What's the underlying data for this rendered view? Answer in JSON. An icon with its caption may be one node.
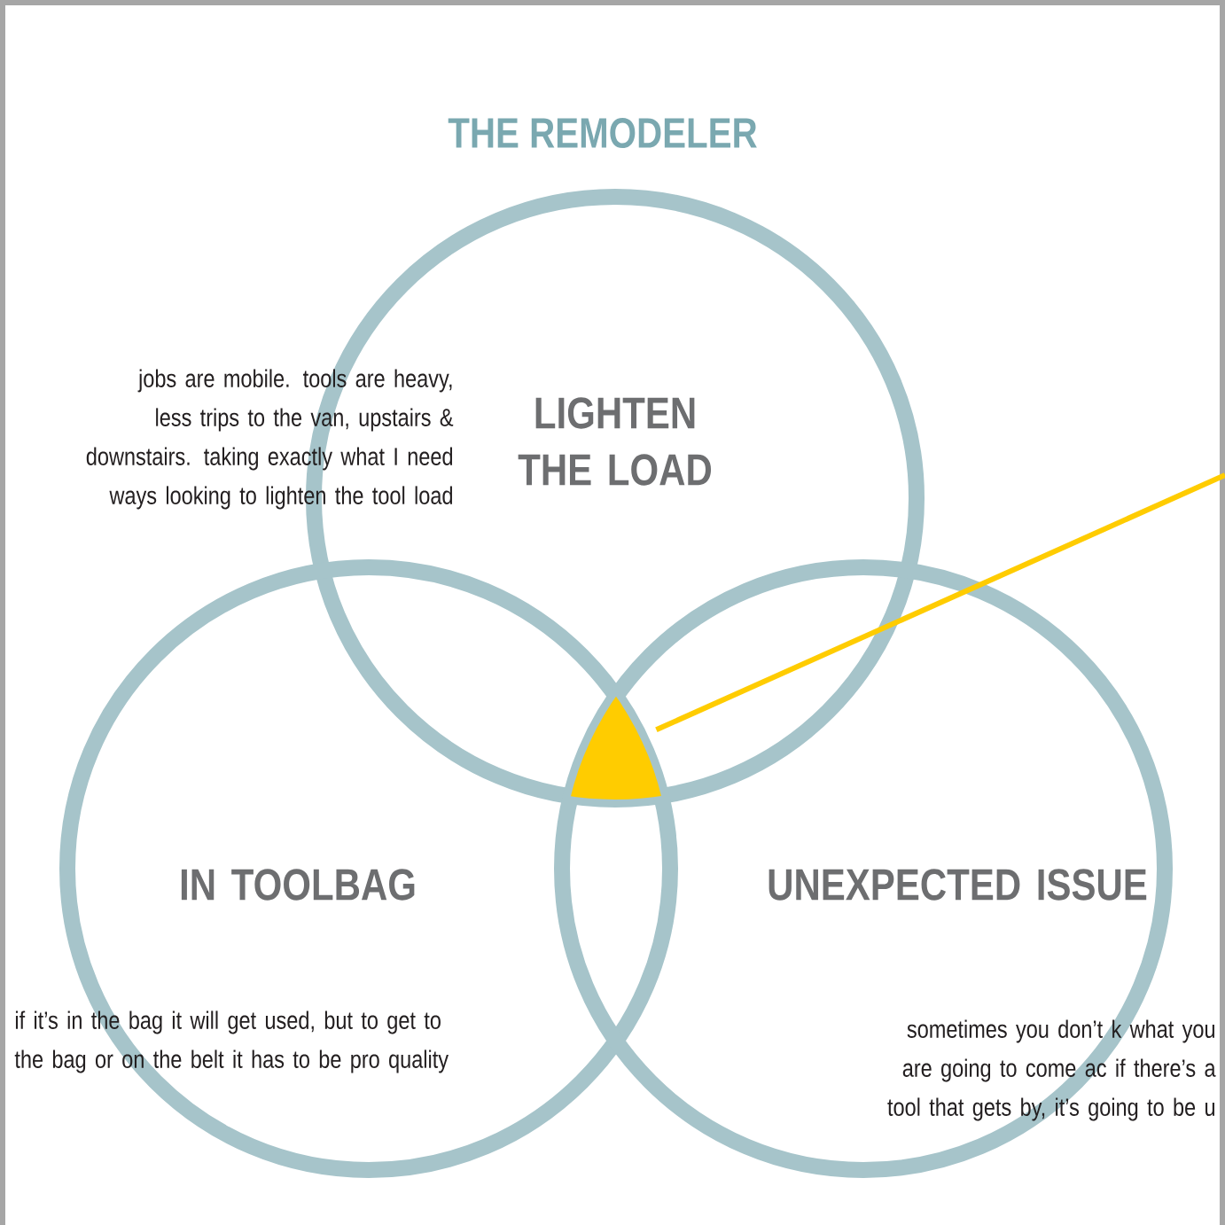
{
  "diagram": {
    "title": "THE REMODELER",
    "nodes": [
      {
        "text": [
          "LIGHTEN THE LOAD"
        ],
        "beside": [
          "jobs are mobile. tools are heavy, less trips to the van, upstairs & downstairs. taking exactly what I need ways looking to lighten the tool load"
        ]
      },
      {
        "text": [
          "IN TOOLBAG",
          "if it’s in the bag it will get used, but to get to the bag or on the belt it has to be pro quality"
        ]
      },
      {
        "text": [
          "UNEXPECTED ISSUE",
          "sometimes you don’t k what you are going to come ac if there’s a tool that gets by, it’s going to be u"
        ]
      },
      {
        "text": [],
        "shape": "triangle"
      }
    ],
    "edges": [
      {
        "from": null,
        "to": 3,
        "arrow": "none"
      }
    ]
  }
}
